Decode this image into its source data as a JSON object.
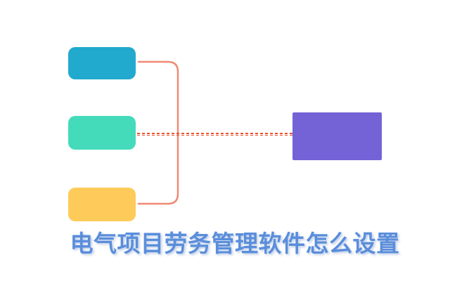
{
  "title": {
    "text": "电气项目劳务管理软件怎么设置"
  },
  "diagram": {
    "nodes": [
      {
        "id": "branch-top",
        "color": "#22a9ce"
      },
      {
        "id": "branch-middle",
        "color": "#44dbba"
      },
      {
        "id": "branch-bottom",
        "color": "#fecb5b"
      },
      {
        "id": "target",
        "color": "#7363d6"
      }
    ],
    "connector_color": "#f08973",
    "dashed_color": "#e8532e",
    "title_color": "#5a8edb"
  }
}
